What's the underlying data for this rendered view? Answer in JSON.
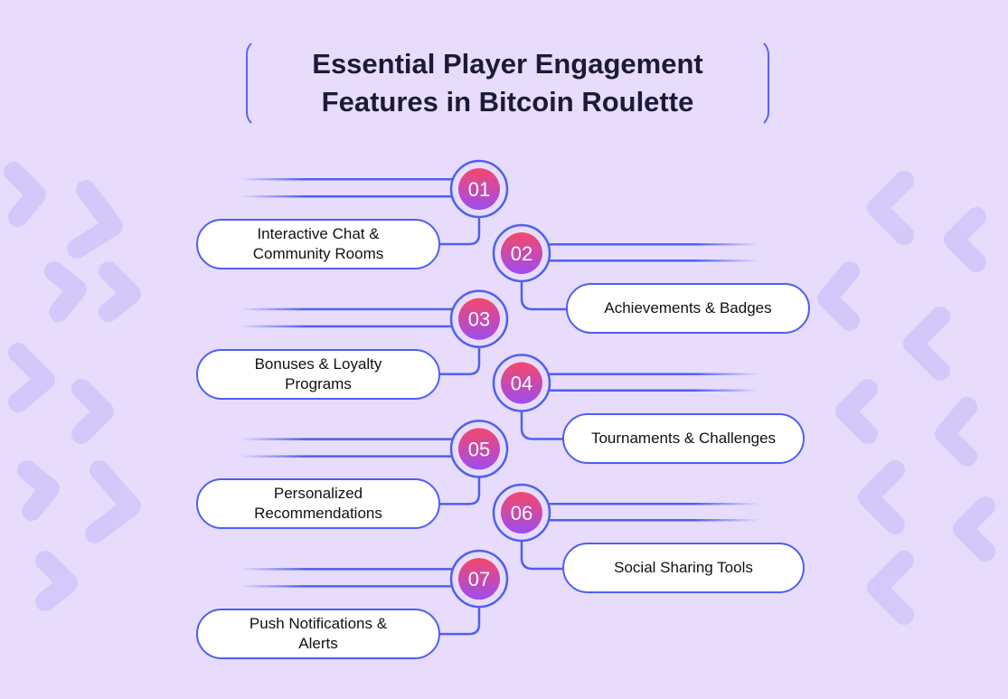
{
  "title": "Essential Player Engagement Features in Bitcoin Roulette",
  "colors": {
    "background": "#e8dcfd",
    "accent": "#4f5ff0",
    "gradient_top": "#f5486a",
    "gradient_bottom": "#9d4cf0"
  },
  "items": [
    {
      "number": "01",
      "label": "Interactive Chat & Community Rooms"
    },
    {
      "number": "02",
      "label": "Achievements & Badges"
    },
    {
      "number": "03",
      "label": "Bonuses & Loyalty Programs"
    },
    {
      "number": "04",
      "label": "Tournaments & Challenges"
    },
    {
      "number": "05",
      "label": "Personalized Recommendations"
    },
    {
      "number": "06",
      "label": "Social Sharing Tools"
    },
    {
      "number": "07",
      "label": "Push Notifications & Alerts"
    }
  ]
}
